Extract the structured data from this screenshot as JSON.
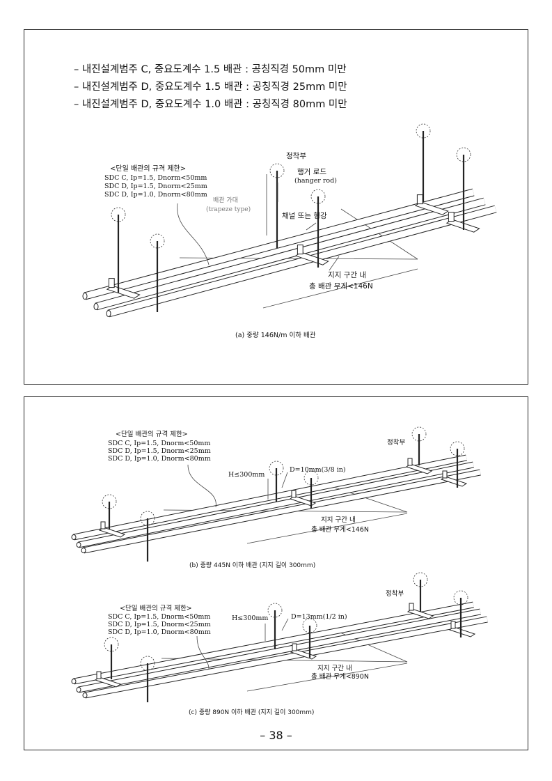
{
  "requirements": [
    "– 내진설계범주 C, 중요도계수 1.5 배관 : 공칭직경 50mm 미만",
    "– 내진설계범주 D, 중요도계수 1.5 배관 : 공칭직경 25mm 미만",
    "– 내진설계범주 D, 중요도계수 1.0 배관 : 공칭직경 80mm 미만"
  ],
  "figure_a": {
    "limit_title": "<단일 배관의 규격 제한>",
    "limit_lines": [
      "SDC C, Ip=1.5, Dnorm<50mm",
      "SDC D, Ip=1.5, Dnorm<25mm",
      "SDC D, Ip=1.0, Dnorm<80mm"
    ],
    "anchor_label": "정착부",
    "hanger_rod_ko": "행거 로드",
    "hanger_rod_en": "(hanger rod)",
    "trapeze_ko": "배관 가대",
    "trapeze_en": "(trapeze type)",
    "channel_label": "채널 또는 형강",
    "weight_line1": "지지 구간 내",
    "weight_line2": "총 배관 무게<146N",
    "caption": "(a) 중량 146N/m 이하 배관"
  },
  "figure_b": {
    "limit_title": "<단일 배관의 규격 제한>",
    "limit_lines": [
      "SDC C, Ip=1.5, Dnorm<50mm",
      "SDC D, Ip=1.5, Dnorm<25mm",
      "SDC D, Ip=1.0, Dnorm<80mm"
    ],
    "anchor_label": "정착부",
    "height_label": "H≤300mm",
    "rod_label": "D=10mm(3/8 in)",
    "weight_line1": "지지 구간 내",
    "weight_line2": "총 배관 무게<146N",
    "caption": "(b) 중량 445N 이하 배관 (지지 길이 300mm)"
  },
  "figure_c": {
    "limit_title": "<단일 배관의 규격 제한>",
    "limit_lines": [
      "SDC C, Ip=1.5, Dnorm<50mm",
      "SDC D, Ip=1.5, Dnorm<25mm",
      "SDC D, Ip=1.0, Dnorm<80mm"
    ],
    "anchor_label": "정착부",
    "height_label": "H≤300mm",
    "rod_label": "D=13mm(1/2 in)",
    "weight_line1": "지지 구간 내",
    "weight_line2": "총 배관 무게<890N",
    "caption": "(c) 중량 890N 이하 배관 (지지 길이 300mm)"
  },
  "page_number": "– 38 –"
}
